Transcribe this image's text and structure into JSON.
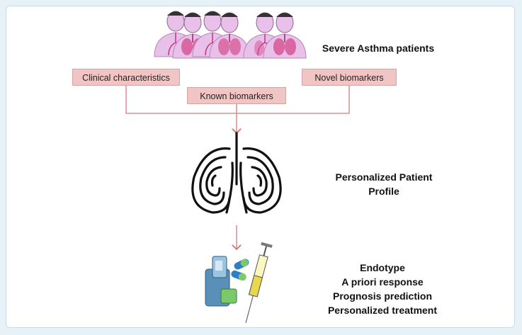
{
  "patients_label": "Severe Asthma patients",
  "boxes": {
    "clinical": "Clinical characteristics",
    "known": "Known biomarkers",
    "novel": "Novel biomarkers"
  },
  "profile_label": [
    "Personalized Patient",
    "Profile"
  ],
  "outcomes": [
    "Endotype",
    "A priori response",
    "Prognosis prediction",
    "Personalized treatment"
  ],
  "colors": {
    "box_fill": "#f2c5c5",
    "connector": "#d97a7a",
    "patient_fill": "#e9c0ea",
    "lung": "#d5508f",
    "background": "#e7f1f8"
  }
}
